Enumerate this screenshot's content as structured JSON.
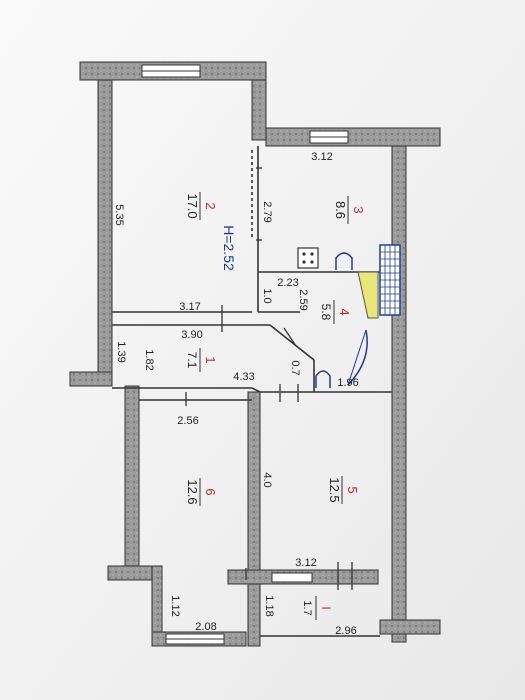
{
  "plan": {
    "height_label": "H=2.52",
    "rooms": [
      {
        "id": "room-1",
        "number": "1",
        "area": "7.1"
      },
      {
        "id": "room-2",
        "number": "2",
        "area": "17.0"
      },
      {
        "id": "room-3",
        "number": "3",
        "area": "8.6"
      },
      {
        "id": "room-4",
        "number": "4",
        "area": "5.8"
      },
      {
        "id": "room-5",
        "number": "5",
        "area": "12.5"
      },
      {
        "id": "room-6",
        "number": "6",
        "area": "12.6"
      },
      {
        "id": "room-balcony",
        "number": "I",
        "area": "1.7"
      }
    ],
    "dimensions": {
      "d_535": "5.35",
      "d_317": "3.17",
      "d_312_top": "3.12",
      "d_279": "2.79",
      "d_223": "2.23",
      "d_10": "1.0",
      "d_259": "2.59",
      "d_390": "3.90",
      "d_139": "1.39",
      "d_182": "1.82",
      "d_433": "4.33",
      "d_07": "0.7",
      "d_196": "1.96",
      "d_256": "2.56",
      "d_40": "4.0",
      "d_312_bottom": "3.12",
      "d_112": "1.12",
      "d_208": "2.08",
      "d_118": "1.18",
      "d_296": "2.96"
    }
  }
}
